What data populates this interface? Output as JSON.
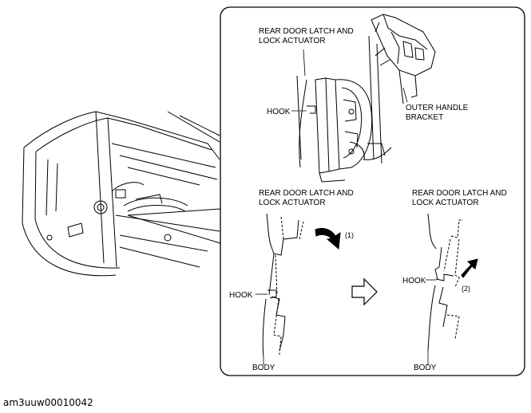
{
  "labels": {
    "top_latch_line1": "REAR DOOR LATCH AND",
    "top_latch_line2": "LOCK ACTUATOR",
    "top_hook": "HOOK",
    "outer_handle_line1": "OUTER HANDLE",
    "outer_handle_line2": "BRACKET",
    "left_latch_line1": "REAR DOOR LATCH AND",
    "left_latch_line2": "LOCK ACTUATOR",
    "left_hook": "HOOK",
    "left_body": "BODY",
    "left_step": "(1)",
    "right_latch_line1": "REAR DOOR LATCH AND",
    "right_latch_line2": "LOCK ACTUATOR",
    "right_hook": "HOOK",
    "right_body": "BODY",
    "right_step": "(2)"
  },
  "caption": "am3uuw00010042",
  "colors": {
    "line": "#000000",
    "background": "#ffffff"
  },
  "icons": {
    "rotate_arrow": "curved-arrow-icon",
    "move_arrow": "straight-arrow-icon",
    "transition": "hollow-right-arrow-icon"
  }
}
